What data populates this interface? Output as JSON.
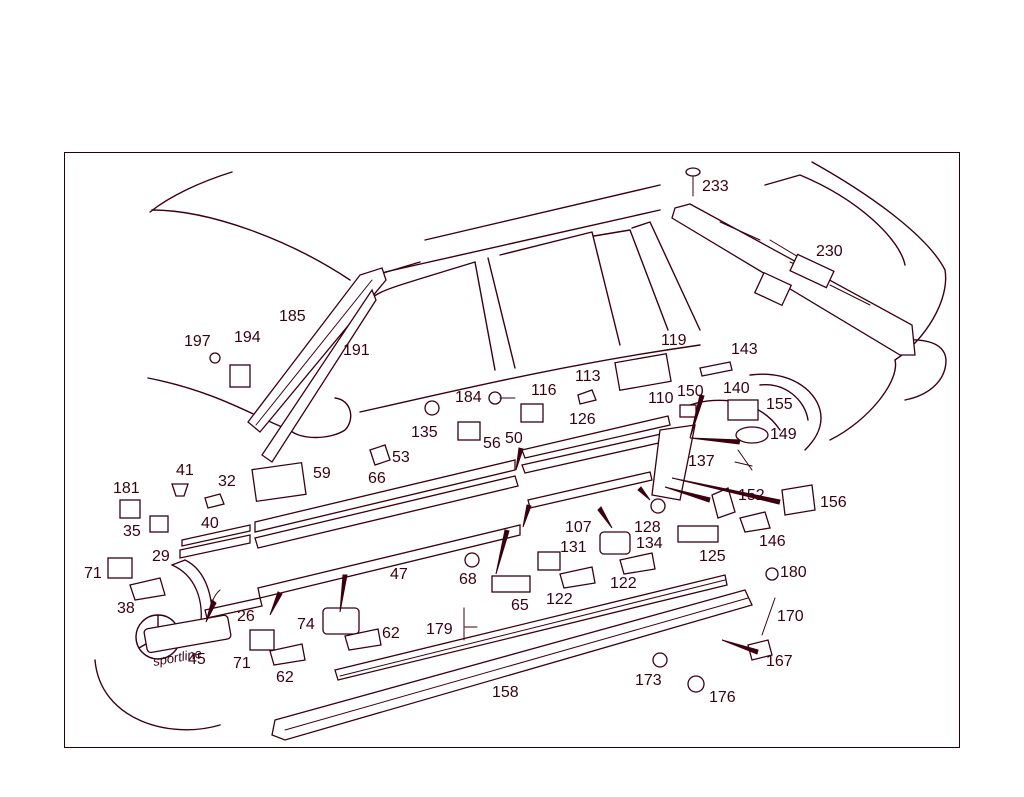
{
  "labels": [
    "233",
    "230",
    "185",
    "191",
    "197",
    "194",
    "119",
    "143",
    "184",
    "116",
    "113",
    "150",
    "140",
    "155",
    "110",
    "135",
    "56",
    "50",
    "126",
    "149",
    "59",
    "53",
    "66",
    "137",
    "41",
    "32",
    "181",
    "152",
    "156",
    "40",
    "35",
    "128",
    "107",
    "134",
    "131",
    "29",
    "125",
    "146",
    "71",
    "68",
    "47",
    "38",
    "180",
    "65",
    "122",
    "74",
    "62",
    "26",
    "170",
    "179",
    "45",
    "167",
    "173",
    "158",
    "176"
  ],
  "emblem_text": "sportline"
}
